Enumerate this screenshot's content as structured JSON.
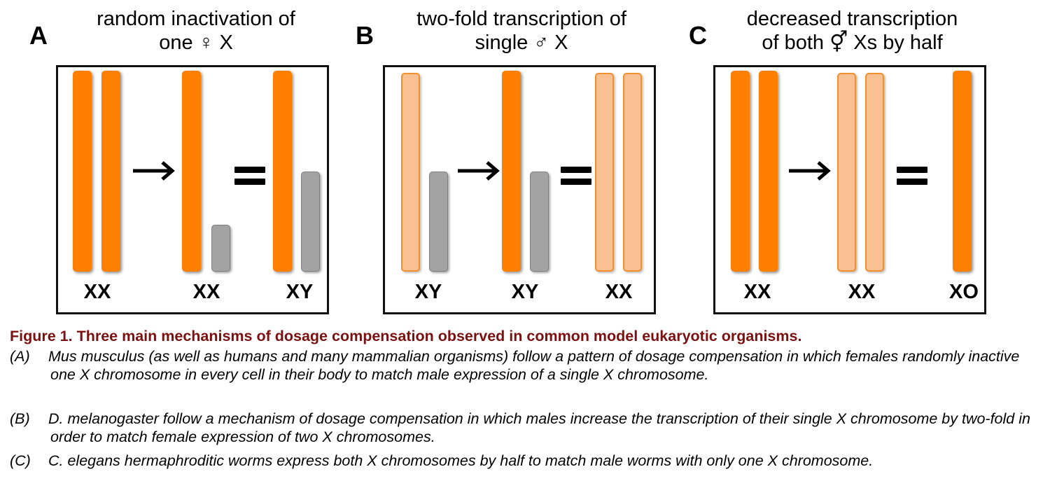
{
  "panels": [
    {
      "letter": "A",
      "title_line1": "random inactivation of",
      "title_line2": "one ♀ X",
      "genotypes": [
        "XX",
        "XX",
        "XY"
      ]
    },
    {
      "letter": "B",
      "title_line1": "two-fold transcription of",
      "title_line2": "single ♂ X",
      "genotypes": [
        "XY",
        "XY",
        "XX"
      ]
    },
    {
      "letter": "C",
      "title_line1": "decreased transcription",
      "title_line2": "of both ⚥ Xs by half",
      "genotypes": [
        "XX",
        "XX",
        "XO"
      ]
    }
  ],
  "colors": {
    "active_x": "#ff8000",
    "half_active_x": "#f9c092",
    "y_chromosome": "#a3a3a3",
    "caption_title": "#7a1010"
  },
  "caption": {
    "title": "Figure 1. Three main mechanisms of dosage compensation observed in common model eukaryotic organisms.",
    "items": [
      {
        "label": "(A)",
        "text": "Mus musculus (as well as humans and many mammalian organisms) follow a pattern of dosage compensation in which females randomly inactive one X chromosome in every cell in their body to match male expression of a single X chromosome."
      },
      {
        "label": "(B)",
        "text": "D. melanogaster follow a mechanism of dosage compensation in which males increase the transcription of their single X chromosome by two-fold in order to match female expression of two X chromosomes."
      },
      {
        "label": "(C)",
        "text": "C. elegans hermaphroditic worms express both X chromosomes by half to match male worms with only one X chromosome."
      }
    ]
  }
}
